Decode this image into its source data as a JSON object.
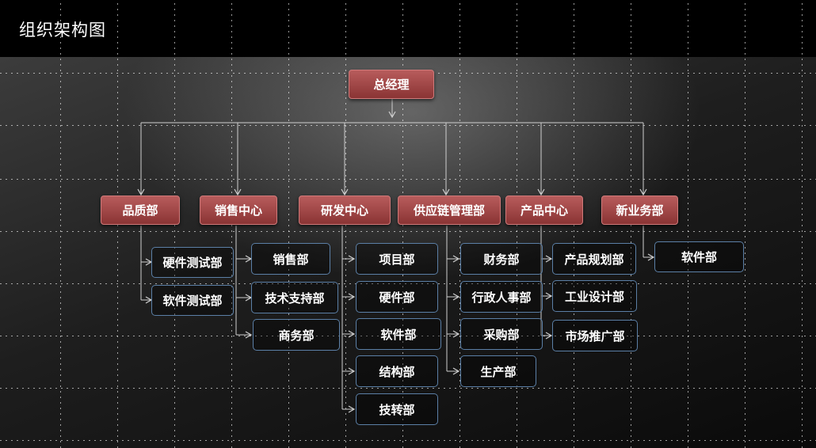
{
  "page": {
    "title": "组织架构图"
  },
  "org": {
    "root": "总经理",
    "departments": [
      {
        "name": "品质部",
        "children": [
          "硬件测试部",
          "软件测试部"
        ]
      },
      {
        "name": "销售中心",
        "children": [
          "销售部",
          "技术支持部",
          "商务部"
        ]
      },
      {
        "name": "研发中心",
        "children": [
          "项目部",
          "硬件部",
          "软件部",
          "结构部",
          "技转部"
        ]
      },
      {
        "name": "供应链管理部",
        "children": [
          "财务部",
          "行政人事部",
          "采购部",
          "生产部"
        ]
      },
      {
        "name": "产品中心",
        "children": [
          "产品规划部",
          "工业设计部",
          "市场推广部"
        ]
      },
      {
        "name": "新业务部",
        "children": [
          "软件部"
        ]
      }
    ]
  },
  "colors": {
    "primary_box": "#9e4444",
    "secondary_border": "#5b7fa6",
    "connector": "#cfcfcf"
  }
}
